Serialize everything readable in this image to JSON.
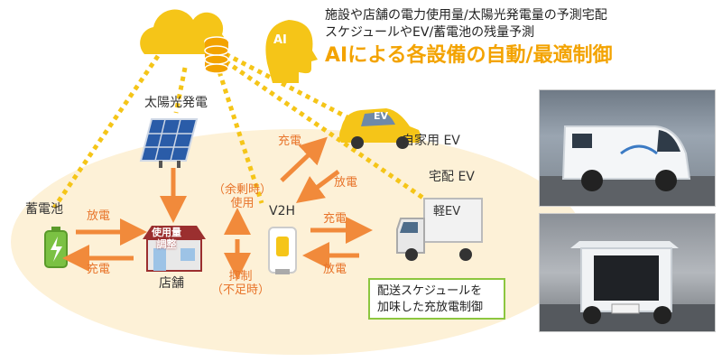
{
  "headline": {
    "line1": "施設や店舗の電力使用量/太陽光発電量の予測宅配",
    "line2": "スケジュールやEV/蓄電池の残量予測",
    "line3": "AIによる各設備の自動/最適制御"
  },
  "ai_badge": "AI",
  "nodes": {
    "solar": "太陽光発電",
    "battery": "蓄電池",
    "store": "店舗",
    "store_sign": [
      "使用量",
      "調整"
    ],
    "v2h": "V2H",
    "private_ev": "自家用 EV",
    "private_ev_car_label": "EV",
    "delivery_ev": "宅配 EV",
    "delivery_truck_label": "軽EV"
  },
  "arrows": {
    "battery_discharge": "放電",
    "battery_charge": "充電",
    "surplus": [
      "（余剰時）",
      "使用"
    ],
    "suppress": [
      "抑制",
      "（不足時）"
    ],
    "private_charge": "充電",
    "private_discharge": "放電",
    "delivery_charge": "充電",
    "delivery_discharge": "放電"
  },
  "note": [
    "配送スケジュールを",
    "加味した充放電制御"
  ],
  "colors": {
    "ellipse": "#fdf1d7",
    "arrow": "#f18a3b",
    "dotted": "#f5c518",
    "accent": "#f3a300",
    "note_border": "#8cc63f"
  }
}
